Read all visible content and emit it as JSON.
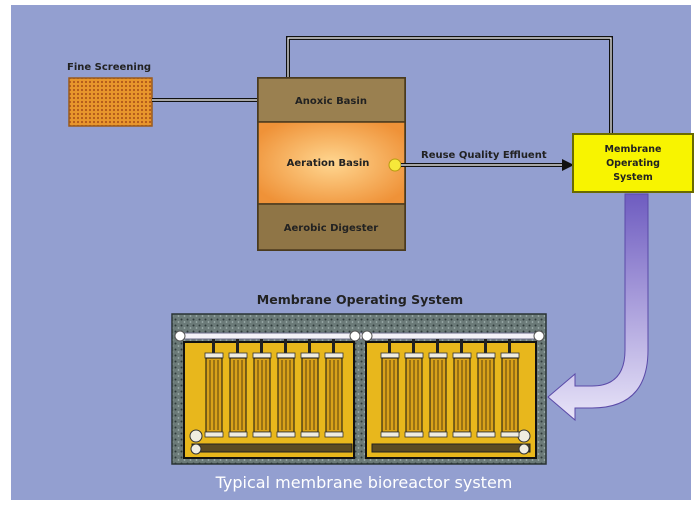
{
  "labels": {
    "fine_screening": "Fine Screening",
    "anoxic_basin": "Anoxic Basin",
    "aeration_basin": "Aeration Basin",
    "aerobic_digester": "Aerobic Digester",
    "reuse_quality_effluent": "Reuse Quality Effluent",
    "membrane_operating_system_box": [
      "Membrane",
      "Operating",
      "System"
    ],
    "mos_title": "Membrane Operating System",
    "caption": "Typical membrane bioreactor system"
  },
  "colors": {
    "background": "#939fd0",
    "basin_brown": "#8f7546",
    "aeration_orange": "#f5a650",
    "mos_yellow": "#f8f400",
    "screen_orange": "#e6902c",
    "tank_yellow": "#e8b71c",
    "flow_arrow_purple": "#7d6fc4"
  },
  "module_counts": {
    "left_bank": 6,
    "right_bank": 6
  }
}
